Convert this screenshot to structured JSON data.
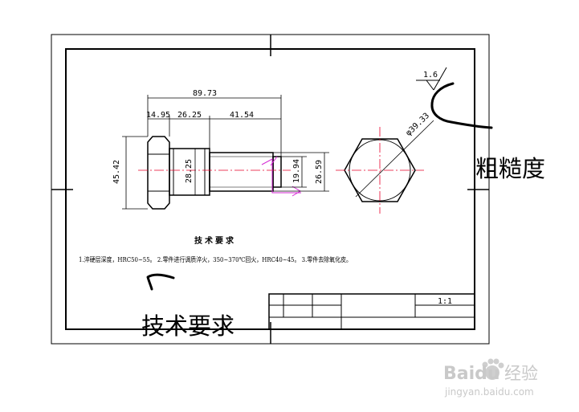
{
  "drawing": {
    "dimensions": {
      "overall_length": "89.73",
      "head_length": "14.95",
      "neck_length": "26.25",
      "thread_length": "41.54",
      "head_height": "45.42",
      "body_diameter": "28.25",
      "tip_diameter": "19.94",
      "thread_diameter": "26.59",
      "across_corners": "φ39.33"
    },
    "roughness_value": "1.6",
    "tech_req_title": "技术要求",
    "tech_req_text": "1.淬硬层深度，HRC50~55。   2.零件进行调质淬火，350~370℃回火，HRC40~45。   3.零件去除氧化皮。",
    "title_block": {
      "scale": "1:1"
    }
  },
  "annotations": {
    "roughness_label": "粗糙度",
    "tech_req_label": "技术要求"
  },
  "watermark": {
    "brand": "Baidu",
    "brand_cn": "经验",
    "url": "jingyan.baidu.com"
  }
}
